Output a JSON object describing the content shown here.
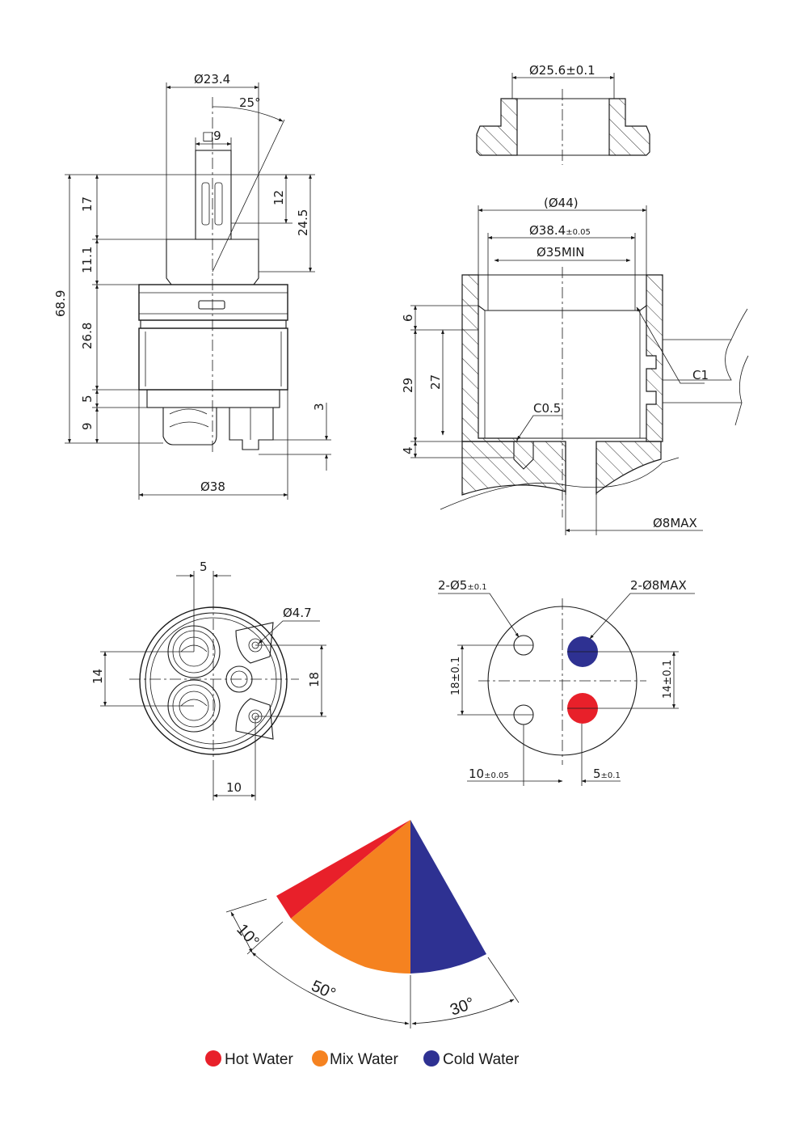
{
  "colors": {
    "hot": "#e8202a",
    "mix": "#f58220",
    "cold": "#2e3192",
    "line": "#1a1a1a"
  },
  "side_view": {
    "top_diameter": "Ø23.4",
    "angle": "25°",
    "stem_square": "□9",
    "d_12": "12",
    "d_24_5": "24.5",
    "d_17": "17",
    "d_11_1": "11.1",
    "d_68_9": "68.9",
    "d_26_8": "26.8",
    "d_5": "5",
    "d_9": "9",
    "d_3": "3",
    "bottom_diameter": "Ø38"
  },
  "nut": {
    "diameter": "Ø25.6±0.1"
  },
  "housing": {
    "d_44": "(Ø44)",
    "d_38_4_main": "Ø38.4",
    "d_38_4_tol": "±0.05",
    "d_35": "Ø35MIN",
    "d_6": "6",
    "d_29": "29",
    "d_27": "27",
    "d_4": "4",
    "chamfer_c1": "C1",
    "chamfer_c05": "C0.5",
    "d_8max": "Ø8MAX"
  },
  "bottom_view": {
    "d_5": "5",
    "d_4_7": "Ø4.7",
    "d_14": "14",
    "d_18": "18",
    "d_10": "10"
  },
  "hole_layout": {
    "holes_5": "2-Ø5",
    "holes_5_tol": "±0.1",
    "holes_8": "2-Ø8MAX",
    "d_18": "18±0.1",
    "d_14": "14±0.1",
    "d_10": "10",
    "d_10_tol": "±0.05",
    "d_5": "5",
    "d_5_tol": "±0.1"
  },
  "rotation": {
    "angle_hot": "10°",
    "angle_mix": "50°",
    "angle_cold": "30°"
  },
  "legend": [
    {
      "label": "Hot Water",
      "color": "#e8202a"
    },
    {
      "label": "Mix Water",
      "color": "#f58220"
    },
    {
      "label": "Cold Water",
      "color": "#2e3192"
    }
  ]
}
